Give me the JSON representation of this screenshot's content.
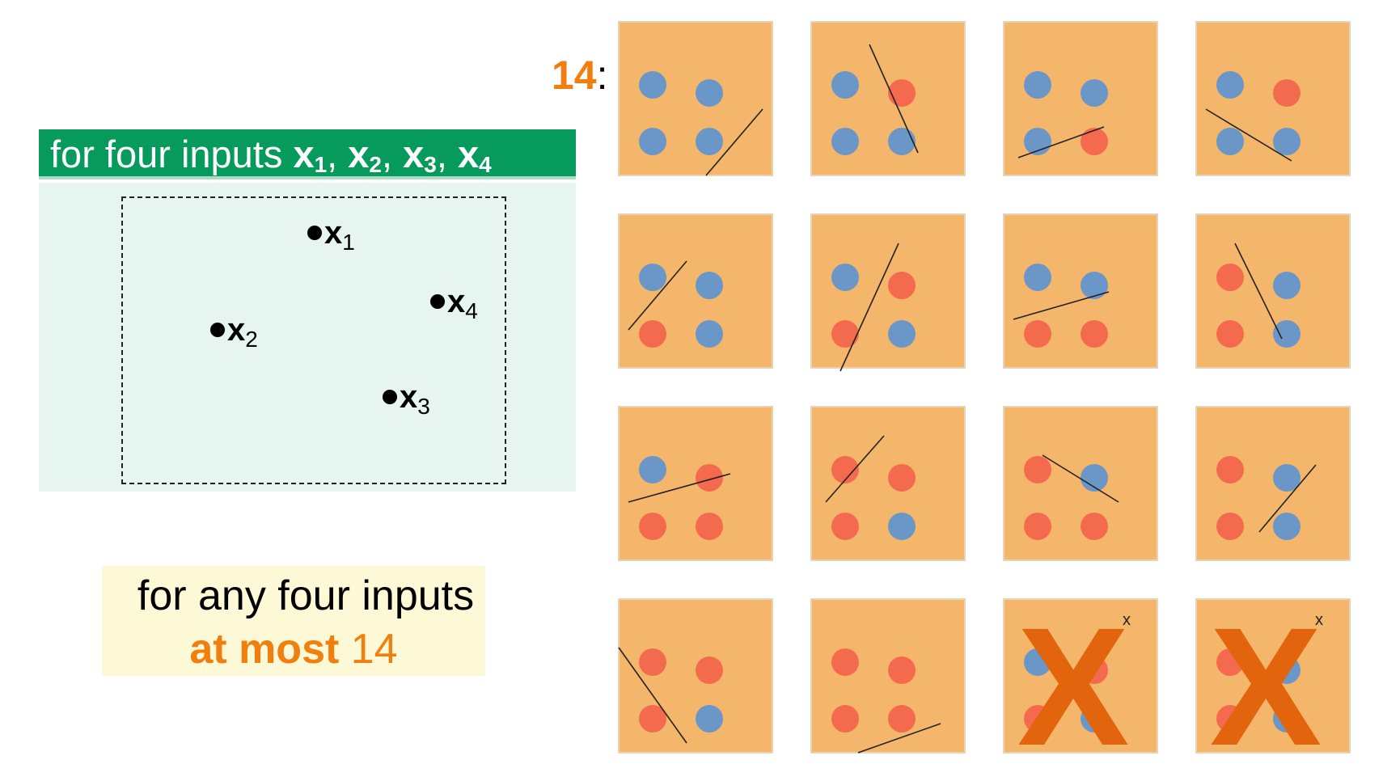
{
  "header": {
    "prefix": "for four inputs ",
    "inputs": [
      {
        "name": "x",
        "sub": "1"
      },
      {
        "name": "x",
        "sub": "2"
      },
      {
        "name": "x",
        "sub": "3"
      },
      {
        "name": "x",
        "sub": "4"
      }
    ]
  },
  "points": [
    {
      "name": "x",
      "sub": "1"
    },
    {
      "name": "x",
      "sub": "2"
    },
    {
      "name": "x",
      "sub": "3"
    },
    {
      "name": "x",
      "sub": "4"
    }
  ],
  "count_label": {
    "number": "14",
    "colon": ":"
  },
  "summary": {
    "line1": "for any four inputs",
    "line2_bold": "at most",
    "line2_num": " 14"
  },
  "colors": {
    "blue": "#6a96c8",
    "red": "#f46a4e",
    "tile": "#f4b66a",
    "cross": "#e2650e",
    "green": "#079a5d"
  },
  "dichotomies": [
    [
      "blue",
      "blue",
      "blue",
      "blue"
    ],
    [
      "blue",
      "blue",
      "red",
      "blue"
    ],
    [
      "blue",
      "blue",
      "blue",
      "red"
    ],
    [
      "blue",
      "blue",
      "red",
      "blue"
    ],
    [
      "blue",
      "red",
      "blue",
      "blue"
    ],
    [
      "blue",
      "red",
      "red",
      "blue"
    ],
    [
      "blue",
      "red",
      "blue",
      "red"
    ],
    [
      "red",
      "red",
      "blue",
      "blue"
    ],
    [
      "blue",
      "red",
      "red",
      "red"
    ],
    [
      "red",
      "red",
      "red",
      "blue"
    ],
    [
      "red",
      "red",
      "blue",
      "red"
    ],
    [
      "red",
      "red",
      "blue",
      "blue"
    ],
    [
      "red",
      "red",
      "red",
      "blue"
    ],
    [
      "red",
      "red",
      "red",
      "red"
    ],
    [
      "blue",
      "red",
      "red",
      "blue"
    ],
    [
      "red",
      "red",
      "blue",
      "blue"
    ]
  ],
  "crossed_tiles": [
    14,
    15
  ],
  "cross_marks": {
    "glyph": "X",
    "small": "x"
  }
}
